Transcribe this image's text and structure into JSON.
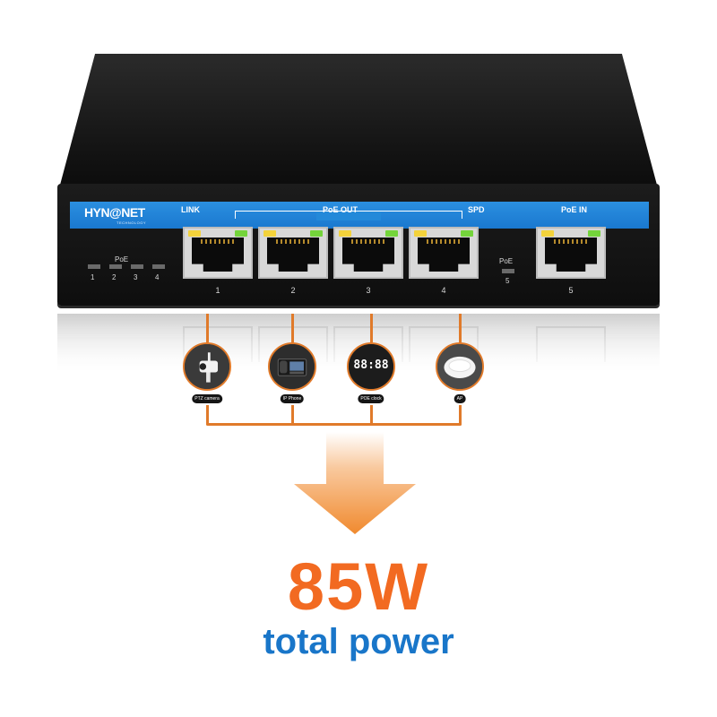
{
  "brand": {
    "name": "HYN@NET",
    "tagline": "TECHNOLOGY"
  },
  "panel": {
    "link_label": "LINK",
    "poe_out_label": "PoE OUT",
    "spd_label": "SPD",
    "poe_in_label": "PoE IN",
    "poe_leds_title": "PoE",
    "poe_led_numbers": [
      "1",
      "2",
      "3",
      "4"
    ],
    "poe5_title": "PoE",
    "poe5_number": "5",
    "port_numbers": [
      "1",
      "2",
      "3",
      "4",
      "5"
    ]
  },
  "devices": [
    {
      "label": "PTZ camera",
      "icon": "camera-icon"
    },
    {
      "label": "IP Phone",
      "icon": "phone-icon"
    },
    {
      "label": "POE clock",
      "icon": "clock-icon"
    },
    {
      "label": "AP",
      "icon": "access-point-icon"
    }
  ],
  "clock_display": "88:88",
  "headline": {
    "power": "85W",
    "caption": "total power"
  },
  "colors": {
    "accent_orange": "#f26a21",
    "caption_blue": "#1976c9",
    "panel_blue": "#1a78cf",
    "link_led": "#f3d23b",
    "speed_led": "#74d43b"
  }
}
